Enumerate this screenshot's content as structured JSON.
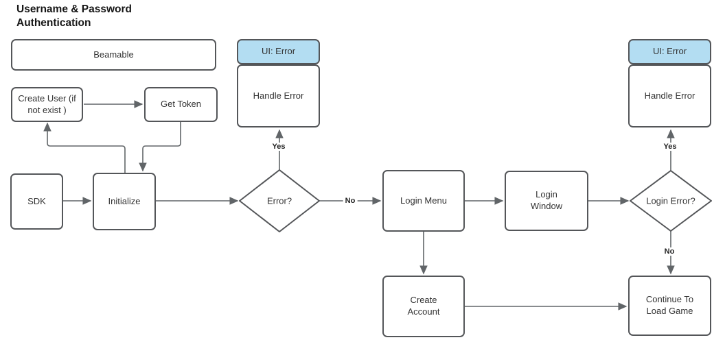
{
  "title": "Username & Password Authentication",
  "nodes": {
    "beamable": {
      "label": "Beamable"
    },
    "create_user": {
      "label": "Create User (if not exist )"
    },
    "get_token": {
      "label": "Get Token"
    },
    "sdk": {
      "label": "SDK"
    },
    "initialize": {
      "label": "Initialize"
    },
    "error_decision": {
      "label": "Error?"
    },
    "handle_error_left": {
      "header": "UI: Error",
      "label": "Handle Error"
    },
    "login_menu": {
      "label": "Login Menu"
    },
    "login_window": {
      "label": "Login Window"
    },
    "login_error_decision": {
      "label": "Login Error?"
    },
    "handle_error_right": {
      "header": "UI: Error",
      "label": "Handle Error"
    },
    "create_account": {
      "label": "Create Account"
    },
    "continue_to_load_game": {
      "label": "Continue To Load Game"
    }
  },
  "edge_labels": {
    "error_yes": "Yes",
    "error_no": "No",
    "login_error_yes": "Yes",
    "login_error_no": "No"
  },
  "colors": {
    "ui_error_fill": "#b3ddf2",
    "shape_border": "#545659",
    "connector": "#616568",
    "text": "#333333"
  }
}
